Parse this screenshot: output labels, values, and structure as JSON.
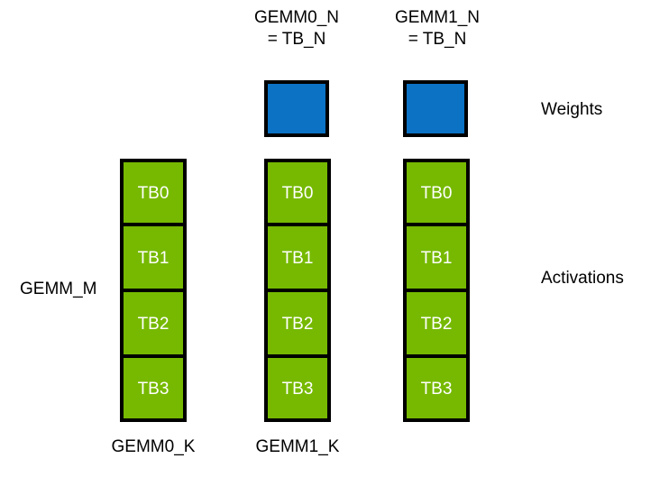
{
  "diagram": {
    "title_labels": {
      "gemm0_n": "GEMM0_N\n= TB_N",
      "gemm1_n": "GEMM1_N\n= TB_N"
    },
    "row_labels": {
      "weights": "Weights",
      "activations": "Activations"
    },
    "axis_labels": {
      "gemm_m": "GEMM_M",
      "gemm0_k": "GEMM0_K",
      "gemm1_k": "GEMM1_K"
    },
    "colors": {
      "weights_fill": "#0B72C4",
      "activations_fill": "#76B900",
      "border": "#000000",
      "cell_text": "#FFFFFF",
      "background": "#FFFFFF"
    },
    "weight_tiles": [
      {
        "name": "gemm0-weight-tile"
      },
      {
        "name": "gemm1-weight-tile"
      }
    ],
    "activation_columns": [
      {
        "name": "activation-column-0",
        "cells": [
          "TB0",
          "TB1",
          "TB2",
          "TB3"
        ]
      },
      {
        "name": "activation-column-1",
        "cells": [
          "TB0",
          "TB1",
          "TB2",
          "TB3"
        ]
      },
      {
        "name": "activation-column-2",
        "cells": [
          "TB0",
          "TB1",
          "TB2",
          "TB3"
        ]
      }
    ]
  }
}
